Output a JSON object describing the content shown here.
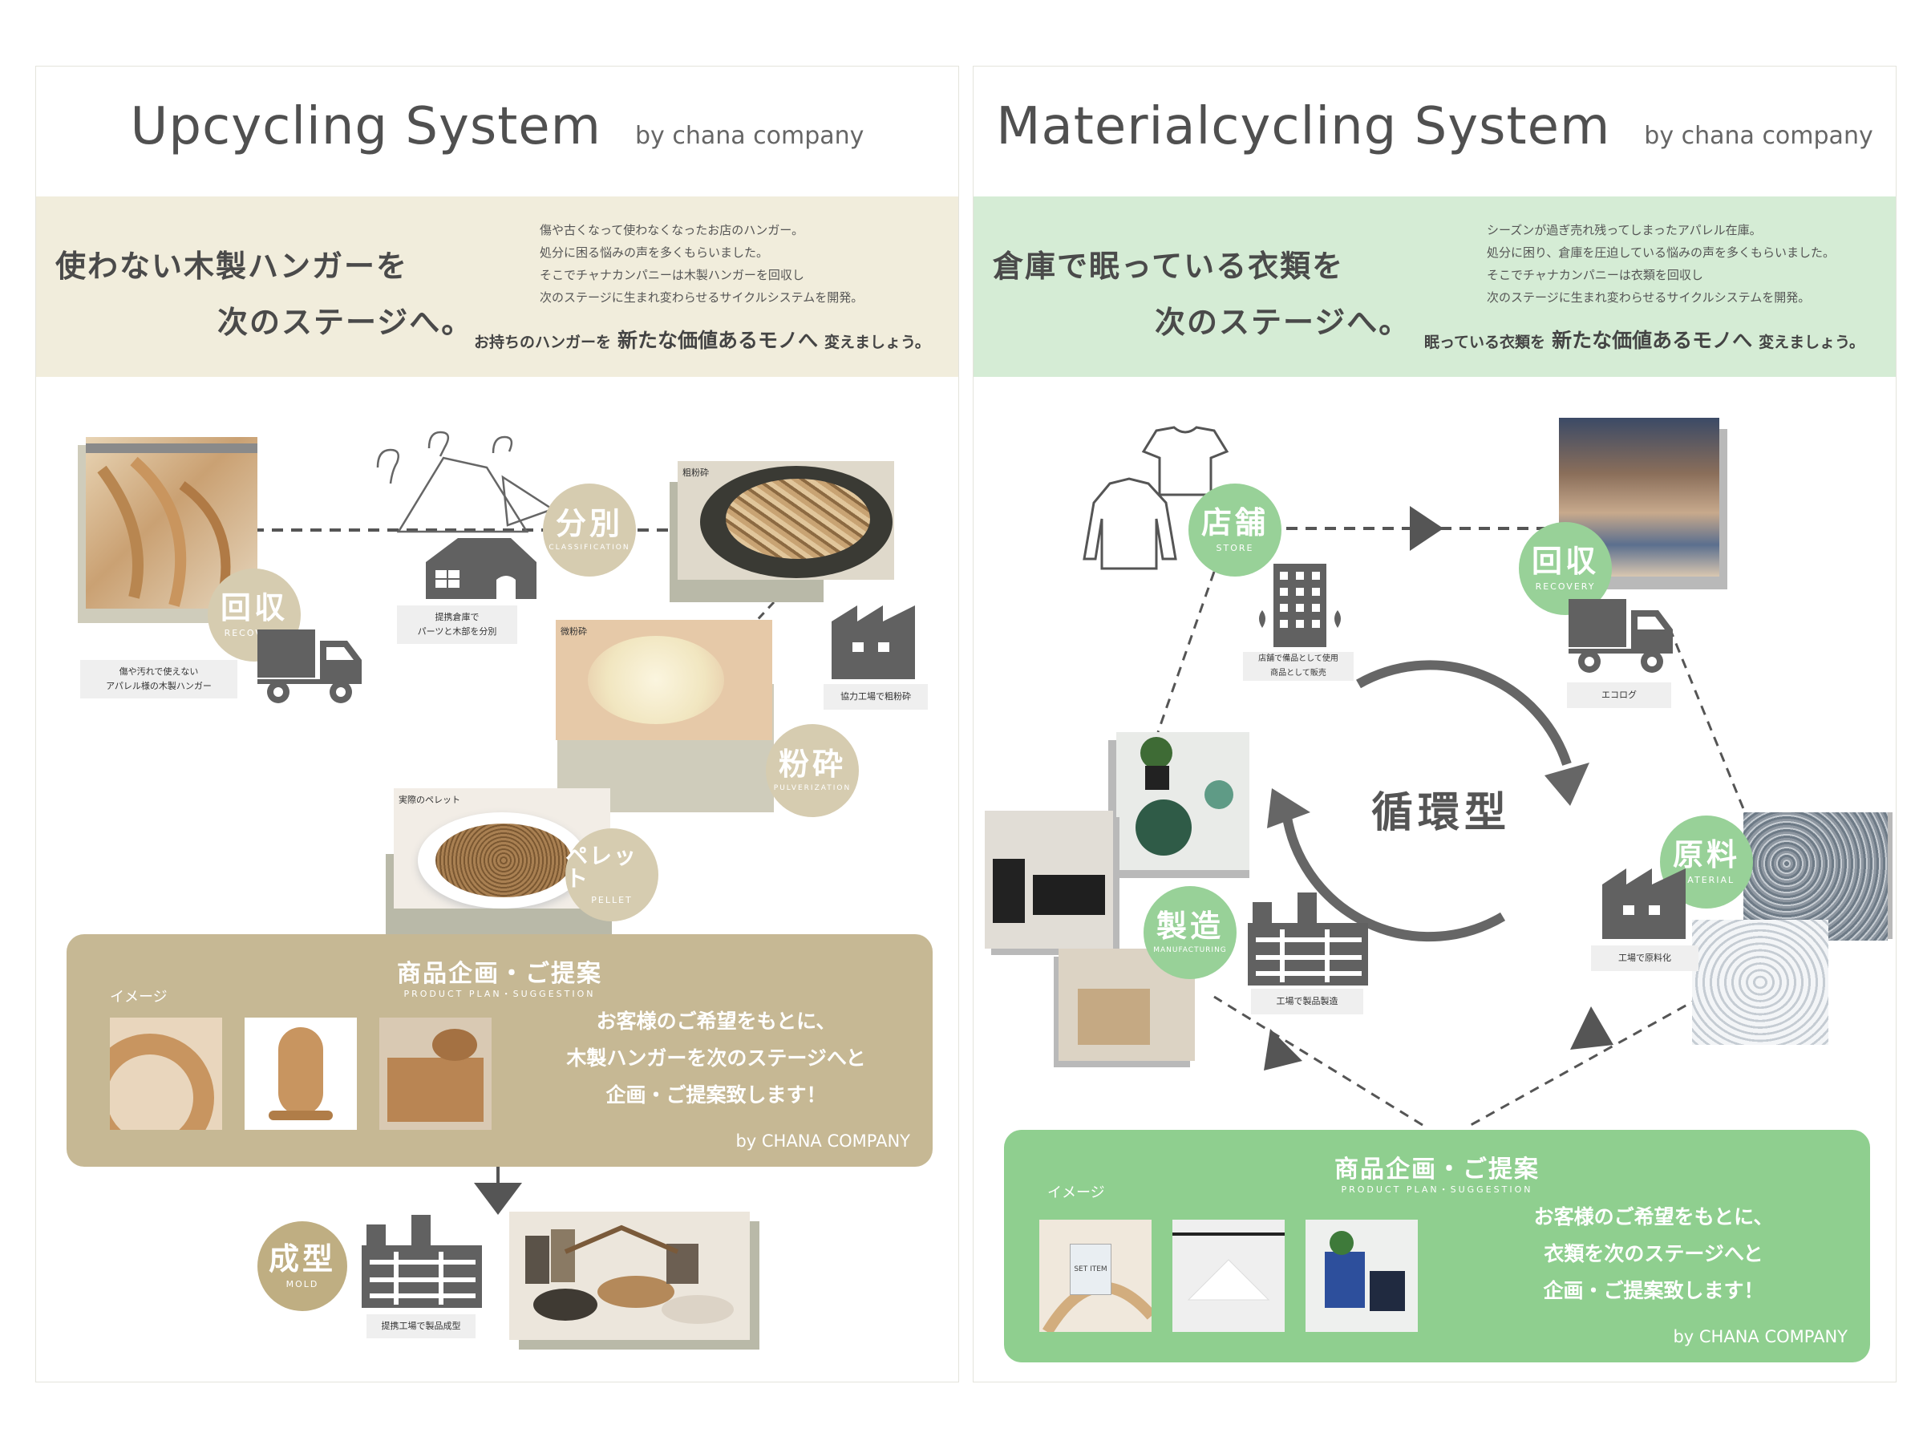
{
  "left": {
    "title": "Upcycling System",
    "byline": "by chana company",
    "headline_line1": "使わない木製ハンガーを",
    "headline_line2": "次のステージへ。",
    "description": [
      "傷や古くなって使わなくなったお店のハンガー。",
      "処分に困る悩みの声を多くもらいました。",
      "そこでチャナカンパニーは木製ハンガーを回収し",
      "次のステージに生まれ変わらせるサイクルシステムを開発。"
    ],
    "cta_prefix": "お持ちのハンガーを",
    "cta_emphasis": "新たな価値あるモノへ",
    "cta_suffix": "変えましょう。",
    "steps": {
      "recovery": {
        "jp": "回収",
        "en": "RECOVERY"
      },
      "classification": {
        "jp": "分別",
        "en": "CLASSIFICATION"
      },
      "pulverization": {
        "jp": "粉砕",
        "en": "PULVERIZATION"
      },
      "pellet": {
        "jp": "ペレット",
        "en": "PELLET"
      },
      "mold": {
        "jp": "成型",
        "en": "MOLD"
      }
    },
    "tags": {
      "hangers": "傷や汚れで使えない\nアパレル様の木製ハンガー",
      "warehouse": "提携倉庫で\nパーツと木部を分別",
      "factory_coarse": "協力工場で粗粉砕",
      "factory_mold": "提携工場で製品成型"
    },
    "photo_labels": {
      "coarse": "粗粉砕",
      "fine": "微粉砕",
      "pellet": "実際のペレット"
    },
    "plan": {
      "title": "商品企画・ご提案",
      "subtitle": "PRODUCT PLAN・SUGGESTION",
      "image_label": "イメージ",
      "text": [
        "お客様のご希望をもとに、",
        "木製ハンガーを次のステージへと",
        "企画・ご提案致します！"
      ],
      "by": "by CHANA COMPANY"
    }
  },
  "right": {
    "title": "Materialcycling System",
    "byline": "by chana company",
    "headline_line1": "倉庫で眠っている衣類を",
    "headline_line2": "次のステージへ。",
    "description": [
      "シーズンが過ぎ売れ残ってしまったアパレル在庫。",
      "処分に困り、倉庫を圧迫している悩みの声を多くもらいました。",
      "そこでチャナカンパニーは衣類を回収し",
      "次のステージに生まれ変わらせるサイクルシステムを開発。"
    ],
    "cta_prefix": "眠っている衣類を",
    "cta_emphasis": "新たな価値あるモノへ",
    "cta_suffix": "変えましょう。",
    "cycle_label": "循環型",
    "steps": {
      "store": {
        "jp": "店舗",
        "en": "STORE"
      },
      "recovery": {
        "jp": "回収",
        "en": "RECOVERY"
      },
      "material": {
        "jp": "原料",
        "en": "MATERIAL"
      },
      "manufacturing": {
        "jp": "製造",
        "en": "MANUFACTURING"
      }
    },
    "tags": {
      "store": "店舗で備品として使用\n商品として販売",
      "ecolog": "エコログ",
      "material_factory": "工場で原料化",
      "manufacturing_factory": "工場で製品製造"
    },
    "plan": {
      "title": "商品企画・ご提案",
      "subtitle": "PRODUCT PLAN・SUGGESTION",
      "image_label": "イメージ",
      "text": [
        "お客様のご希望をもとに、",
        "衣類を次のステージへと",
        "企画・ご提案致します！"
      ],
      "by": "by CHANA COMPANY"
    },
    "hanger_tag_text": "SET ITEM"
  },
  "colors": {
    "left_band": "#f1eddc",
    "left_accent": "#c6b894",
    "left_circle": "#d6ccb0",
    "left_mold": "#bfae82",
    "right_band": "#d5ecd5",
    "right_accent": "#8fcf8f",
    "right_circle": "#98d198",
    "icon_gray": "#616161",
    "shadow_left": "#cfccbb",
    "shadow_right": "#b9b9b9"
  }
}
